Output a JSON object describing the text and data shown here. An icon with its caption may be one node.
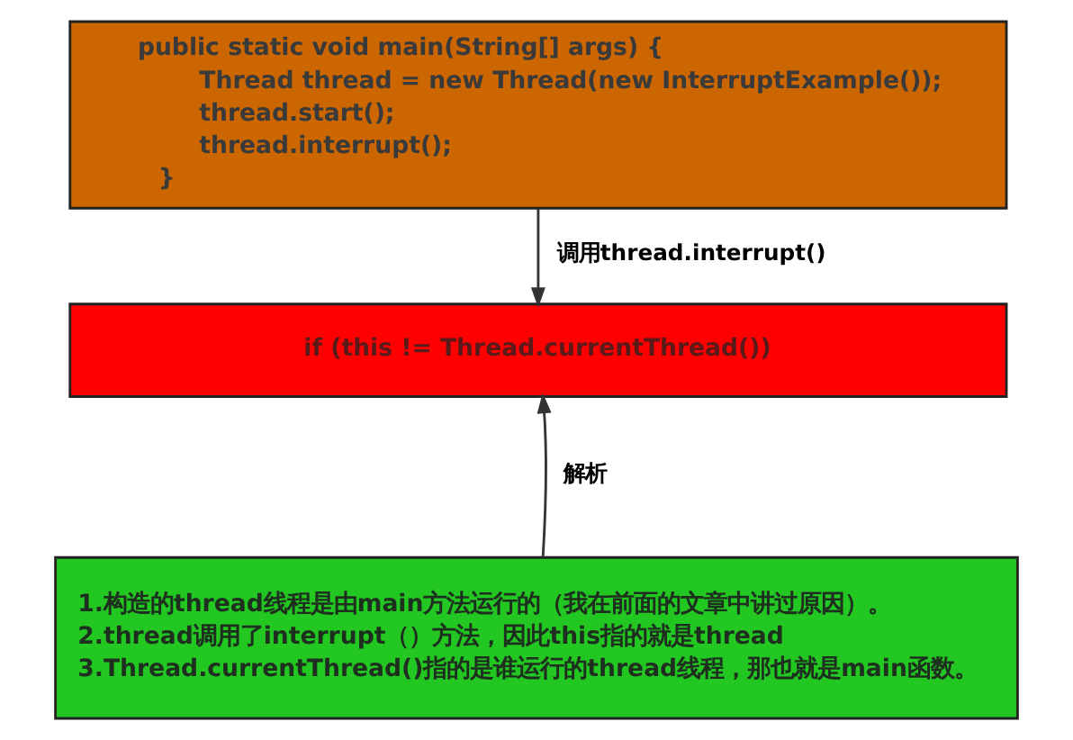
{
  "diagram": {
    "nodes": [
      {
        "text": [
          "public static void main(String[] args) {",
          "Thread thread = new Thread(new InterruptExample());",
          "thread.start();",
          "thread.interrupt();",
          "}"
        ]
      },
      {
        "text": [
          "if (this != Thread.currentThread())"
        ]
      },
      {
        "text": [
          "1.构造的thread线程是由main方法运行的（我在前面的文章中讲过原因）。",
          "2.thread调用了interrupt（）方法，因此this指的就是thread",
          "3.Thread.currentThread()指的是谁运行的thread线程，那也就是main函数。"
        ]
      }
    ],
    "edges": [
      {
        "from": 0,
        "to": 1,
        "arrow": "to",
        "label": "调用thread.interrupt()"
      },
      {
        "from": 2,
        "to": 1,
        "arrow": "to",
        "label": "解析"
      }
    ]
  }
}
